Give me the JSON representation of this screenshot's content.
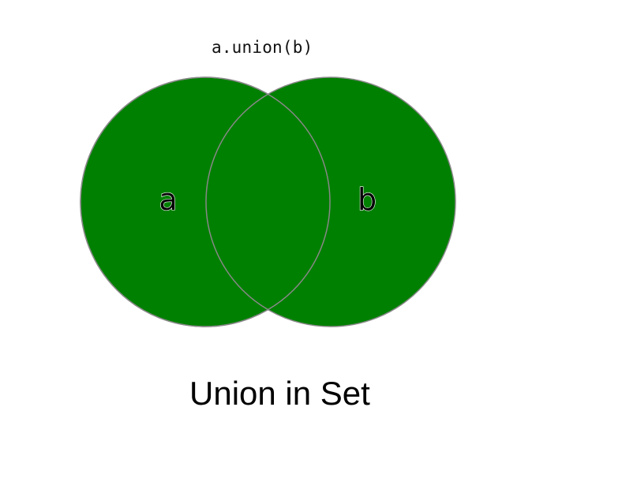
{
  "diagram": {
    "operation_label": "a.union(b)",
    "set_a_label": "a",
    "set_b_label": "b",
    "caption": "Union in Set",
    "fill_color": "#008000",
    "outline_color": "#888888",
    "highlighted_region": "union"
  }
}
